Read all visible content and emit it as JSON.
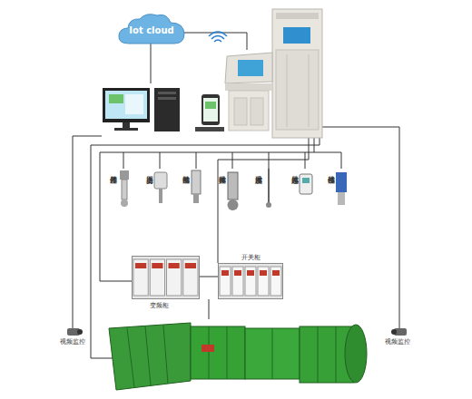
{
  "diagram": {
    "nodes": [
      {
        "text": [
          "Iot cloud"
        ]
      },
      {
        "text": [
          "开停传感器"
        ]
      },
      {
        "text": [
          "压力变送器"
        ]
      },
      {
        "text": [
          "振动传感器"
        ]
      },
      {
        "text": [
          "噪声传感器"
        ]
      },
      {
        "text": [
          "温度传感器"
        ]
      },
      {
        "text": [
          "风速传感器"
        ]
      },
      {
        "text": [
          "位移传感器"
        ]
      },
      {
        "text": [
          "变频柜"
        ]
      },
      {
        "text": [
          "开关柜"
        ]
      },
      {
        "text": [
          "视频监控"
        ]
      },
      {
        "text": [
          "视频监控"
        ]
      }
    ]
  }
}
